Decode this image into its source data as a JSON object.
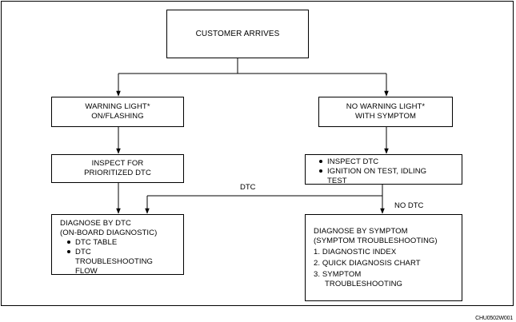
{
  "nodes": {
    "customer": "CUSTOMER ARRIVES",
    "warning": [
      "WARNING LIGHT*",
      "ON/FLASHING"
    ],
    "no_warning": [
      "NO WARNING LIGHT*",
      "WITH SYMPTOM"
    ],
    "inspect_prioritized": [
      "INSPECT FOR",
      "PRIORITIZED DTC"
    ],
    "inspect_dtc": {
      "items": [
        "INSPECT DTC",
        "IGNITION ON TEST, IDLING"
      ],
      "continuation": "TEST"
    },
    "diagnose_dtc": {
      "heading": [
        "DIAGNOSE BY DTC",
        "(ON-BOARD DIAGNOSTIC)"
      ],
      "items": [
        "DTC TABLE",
        "DTC"
      ],
      "continuation": [
        "TROUBLESHOOTING",
        "FLOW"
      ]
    },
    "diagnose_symptom": {
      "heading": [
        "DIAGNOSE BY SYMPTOM",
        "(SYMPTOM TROUBLESHOOTING)"
      ],
      "items": [
        "1. DIAGNOSTIC INDEX",
        "2. QUICK DIAGNOSIS CHART",
        "3. SYMPTOM"
      ],
      "continuation": "TROUBLESHOOTING"
    }
  },
  "edge_labels": {
    "dtc": "DTC",
    "no_dtc": "NO DTC"
  },
  "figure_code": "CHU0502W001",
  "colors": {
    "line": "#000000",
    "background": "#ffffff"
  }
}
